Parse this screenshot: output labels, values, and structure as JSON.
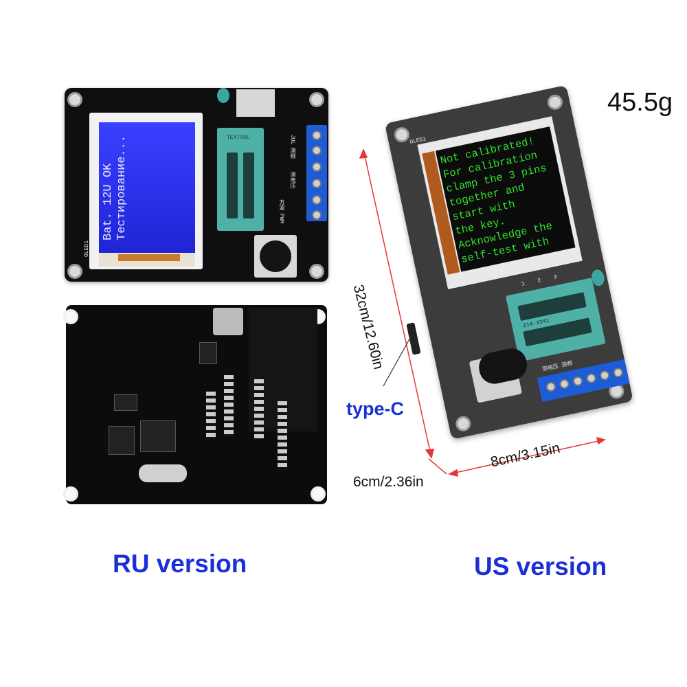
{
  "weight_label": "45.5g",
  "ru": {
    "caption": "RU version",
    "lcd_lines": [
      "Bat. 12U OK",
      "Тестирование..."
    ],
    "silk_oled": "OLED1",
    "silk_zif": "TEXTOOL",
    "silk_terminal_top": "JUL 测频",
    "silk_terminal_mid": "测电压",
    "silk_terminal_pwm": "方波 PWM"
  },
  "us": {
    "caption": "US version",
    "lcd_lines": [
      "Not calibrated!",
      "For calibration",
      "clamp the 3 pins",
      "together and",
      "start with",
      "the key.",
      "Acknowledge the",
      "self-test with"
    ],
    "silk_oled": "OLED1",
    "silk_zif": "Z14-3341",
    "silk_terminal": "测电压  测频",
    "pins": [
      "1",
      "2",
      "3"
    ]
  },
  "dimensions": {
    "height": "32cm/12.60in",
    "width": "8cm/3.15in",
    "depth": "6cm/2.36in",
    "connector": "type-C"
  }
}
